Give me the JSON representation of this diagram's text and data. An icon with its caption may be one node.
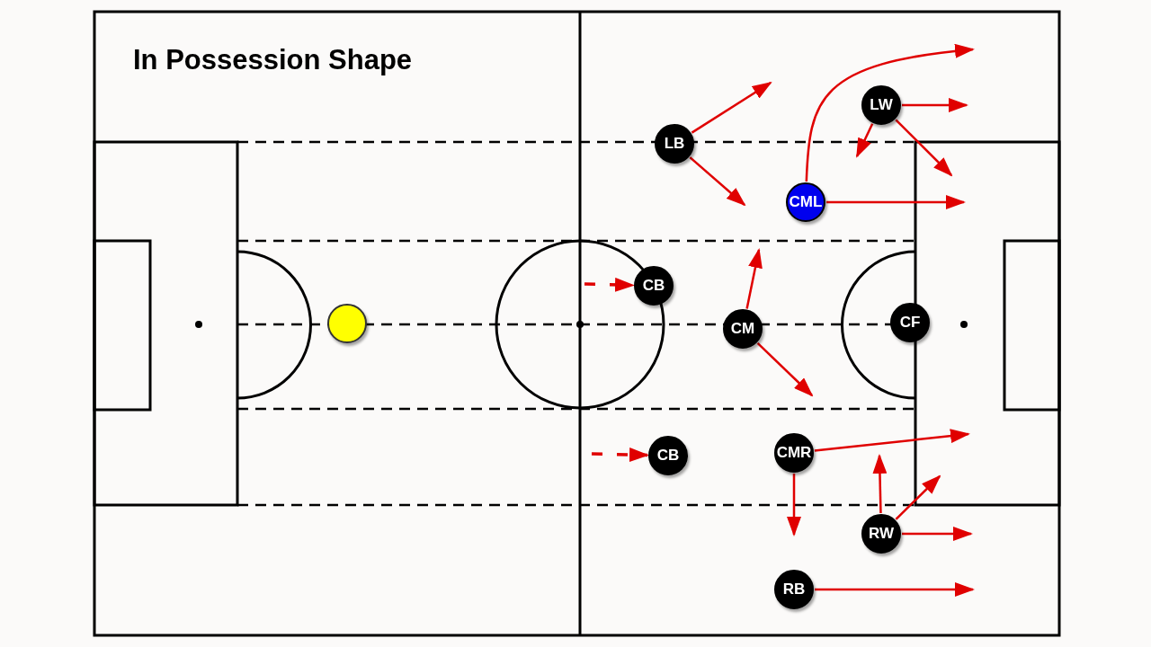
{
  "diagram": {
    "title": "In Possession Shape",
    "nodes": [
      {
        "text": [
          "LW"
        ]
      },
      {
        "text": [
          "LB"
        ]
      },
      {
        "text": [
          "CML"
        ]
      },
      {
        "text": [
          "CB"
        ]
      },
      {
        "text": [],
        "shape": "circle"
      },
      {
        "text": [
          "CM"
        ]
      },
      {
        "text": [
          "CF"
        ]
      },
      {
        "text": [
          "CMR"
        ]
      },
      {
        "text": [
          "CB"
        ]
      },
      {
        "text": [
          "RW"
        ]
      },
      {
        "text": [
          "RB"
        ]
      }
    ],
    "edges": [
      {
        "from": 1,
        "to": null,
        "arrow": "to"
      },
      {
        "from": 1,
        "to": null,
        "arrow": "to"
      },
      {
        "from": 0,
        "to": null,
        "arrow": "to"
      },
      {
        "from": 0,
        "to": null,
        "arrow": "to"
      },
      {
        "from": 0,
        "to": null,
        "arrow": "to"
      },
      {
        "from": 2,
        "to": null,
        "arrow": "to"
      },
      {
        "from": 2,
        "to": null,
        "arrow": "to"
      },
      {
        "from": null,
        "to": 3,
        "arrow": "to",
        "style": "dashed"
      },
      {
        "from": 5,
        "to": null,
        "arrow": "to"
      },
      {
        "from": 5,
        "to": null,
        "arrow": "to"
      },
      {
        "from": 7,
        "to": null,
        "arrow": "to"
      },
      {
        "from": 7,
        "to": null,
        "arrow": "to"
      },
      {
        "from": null,
        "to": 8,
        "arrow": "to",
        "style": "dashed"
      },
      {
        "from": 9,
        "to": null,
        "arrow": "to"
      },
      {
        "from": 9,
        "to": null,
        "arrow": "to"
      },
      {
        "from": 9,
        "to": null,
        "arrow": "to"
      },
      {
        "from": 10,
        "to": null,
        "arrow": "to"
      }
    ]
  }
}
